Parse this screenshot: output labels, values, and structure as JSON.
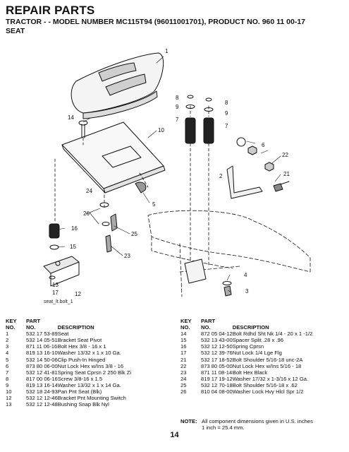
{
  "header": {
    "title": "REPAIR PARTS",
    "subtitle": "TRACTOR - - MODEL NUMBER MC115T94 (96011001701), PRODUCT NO. 960 11 00-17",
    "section": "SEAT"
  },
  "diagram": {
    "image_caption": "seat_lt.bolt_1",
    "callouts": [
      "1",
      "2",
      "3",
      "4",
      "5",
      "6",
      "7",
      "7",
      "8",
      "8",
      "9",
      "9",
      "10",
      "12",
      "13",
      "14",
      "15",
      "16",
      "17",
      "21",
      "22",
      "23",
      "24",
      "25",
      "26"
    ]
  },
  "parts_table": {
    "headers": {
      "key_line1": "KEY",
      "key_line2": "NO.",
      "part_line1": "PART",
      "part_line2": "NO.",
      "description": "DESCRIPTION"
    },
    "left": [
      {
        "key": "1",
        "part": "532 17 53-89",
        "desc": "Seat"
      },
      {
        "key": "2",
        "part": "532 14 05-51",
        "desc": "Bracket Seat Pivot"
      },
      {
        "key": "3",
        "part": "871 11 06-16",
        "desc": "Bolt Hex 3/8 - 16 x 1"
      },
      {
        "key": "4",
        "part": "819 13 16-10",
        "desc": "Washer 13/32 x 1 x 10 Ga."
      },
      {
        "key": "5",
        "part": "532 14 50-06",
        "desc": "Clip Push-In Hinged"
      },
      {
        "key": "6",
        "part": "873 80 06-00",
        "desc": "Nut Lock Hex w/Ins 3/8 - 16"
      },
      {
        "key": "7",
        "part": "532 12 41-81",
        "desc": "Spring Seat Cprsn 2 250 Blk Zi"
      },
      {
        "key": "8",
        "part": "817 00 06-16",
        "desc": "Screw 3/8-16 x 1.5"
      },
      {
        "key": "9",
        "part": "819 13 16-14",
        "desc": "Washer 13/32 x 1 x 14 Ga."
      },
      {
        "key": "10",
        "part": "532 18 24-93",
        "desc": "Pan Pnt Seat (Blk)"
      },
      {
        "key": "12",
        "part": "532 12 12-46",
        "desc": "Bracket Pnt Mounting Switch"
      },
      {
        "key": "13",
        "part": "532 12 12-48",
        "desc": "Bushing Snap Blk Nyl"
      }
    ],
    "right": [
      {
        "key": "14",
        "part": "872 05 04-12",
        "desc": "Bolt Rdhd Sht Nk 1/4 - 20 x 1 -1/2"
      },
      {
        "key": "15",
        "part": "532 13 43-00",
        "desc": "Spacer Split .28 x .96"
      },
      {
        "key": "16",
        "part": "532 12 12-50",
        "desc": "Spring Cprsn"
      },
      {
        "key": "17",
        "part": "532 12 39-76",
        "desc": "Nut Lock 1/4 Lge Flg"
      },
      {
        "key": "21",
        "part": "532 17 18-52",
        "desc": "Bolt Shoulder 5/16-18 unc-2A"
      },
      {
        "key": "22",
        "part": "873 80 05-00",
        "desc": "Nut Lock Hex w/Ins 5/16 - 18"
      },
      {
        "key": "23",
        "part": "871 11 08-14",
        "desc": "Bolt Hex Black"
      },
      {
        "key": "24",
        "part": "819 17 19-12",
        "desc": "Washer 17/32 x 1-3/16 x 12 Ga."
      },
      {
        "key": "25",
        "part": "532 12 70-18",
        "desc": "Bolt Shoulder 5/16-18 x .62"
      },
      {
        "key": "26",
        "part": "810 04 08-00",
        "desc": "Washer Lock Hvy Hlcl Spr 1/2"
      }
    ]
  },
  "note": {
    "label": "NOTE:",
    "line1": "All component dimensions given in U.S. inches",
    "line2": "1 inch = 25.4 mm."
  },
  "page_number": "14"
}
